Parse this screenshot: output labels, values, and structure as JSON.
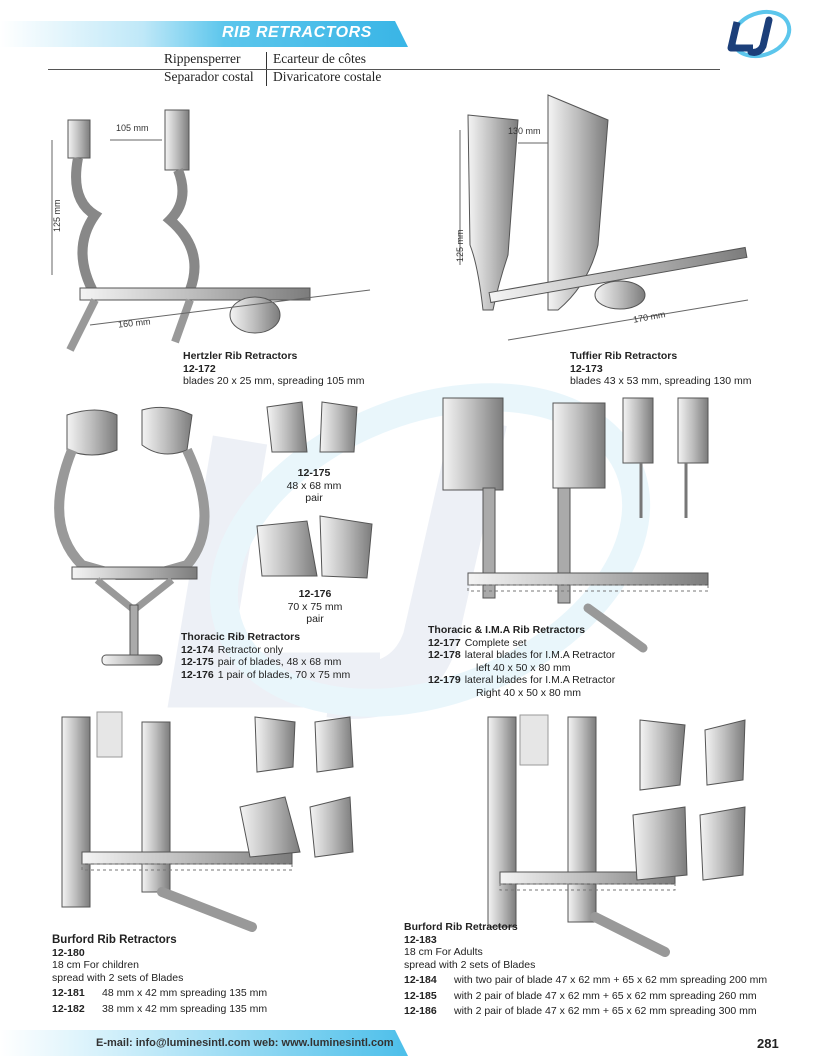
{
  "header": {
    "title": "RIB RETRACTORS",
    "lang": {
      "de": "Rippensperrer",
      "fr": "Ecarteur de côtes",
      "es": "Separador costal",
      "it": "Divaricatore costale"
    },
    "brand_color": "#5cc6ec"
  },
  "products": {
    "hertzler": {
      "name": "Hertzler Rib Retractors",
      "code": "12-172",
      "desc": "blades 20 x 25 mm, spreading 105 mm",
      "dim_height": "125 mm",
      "dim_gap": "105 mm",
      "dim_bar": "160 mm"
    },
    "tuffier": {
      "name": "Tuffier Rib Retractors",
      "code": "12-173",
      "desc": "blades 43 x 53 mm, spreading 130 mm",
      "dim_height": "125 mm",
      "dim_gap": "130 mm",
      "dim_bar": "170 mm"
    },
    "thoracic": {
      "name": "Thoracic Rib Retractors",
      "items": [
        {
          "code": "12-174",
          "text": "Retractor only"
        },
        {
          "code": "12-175",
          "text": "pair of blades, 48 x 68 mm"
        },
        {
          "code": "12-176",
          "text": "1 pair of blades, 70 x 75 mm"
        }
      ],
      "blade_175": {
        "code": "12-175",
        "size": "48 x 68 mm",
        "unit": "pair"
      },
      "blade_176": {
        "code": "12-176",
        "size": "70 x 75 mm",
        "unit": "pair"
      }
    },
    "ima": {
      "name": "Thoracic & I.M.A Rib Retractors",
      "items": [
        {
          "code": "12-177",
          "text": "Complete set",
          "text2": ""
        },
        {
          "code": "12-178",
          "text": "lateral blades for I.M.A Retractor",
          "text2": "left 40 x 50 x 80 mm"
        },
        {
          "code": "12-179",
          "text": "lateral blades for I.M.A Retractor",
          "text2": "Right 40 x 50 x 80 mm"
        }
      ]
    },
    "burford_children": {
      "name": "Burford Rib Retractors",
      "code": "12-180",
      "line1": "18 cm  For children",
      "line2": "spread with 2 sets of Blades",
      "items": [
        {
          "code": "12-181",
          "text": "48 mm x 42 mm  spreading 135 mm"
        },
        {
          "code": "12-182",
          "text": "38 mm x 42 mm  spreading 135 mm"
        }
      ]
    },
    "burford_adults": {
      "name": "Burford Rib Retractors",
      "code": "12-183",
      "line1": "18 cm  For Adults",
      "line2": "spread with 2 sets of Blades",
      "items": [
        {
          "code": "12-184",
          "text": "with two pair of blade 47 x 62 mm + 65 x 62 mm spreading 200 mm"
        },
        {
          "code": "12-185",
          "text": "with 2 pair of blade 47 x 62 mm + 65 x 62 mm spreading 260 mm"
        },
        {
          "code": "12-186",
          "text": "with 2 pair of blade 47 x 62 mm + 65 x 62 mm spreading 300 mm"
        }
      ]
    }
  },
  "footer": {
    "contact": "E-mail: info@luminesintl.com  web: www.luminesintl.com",
    "page": "281"
  }
}
